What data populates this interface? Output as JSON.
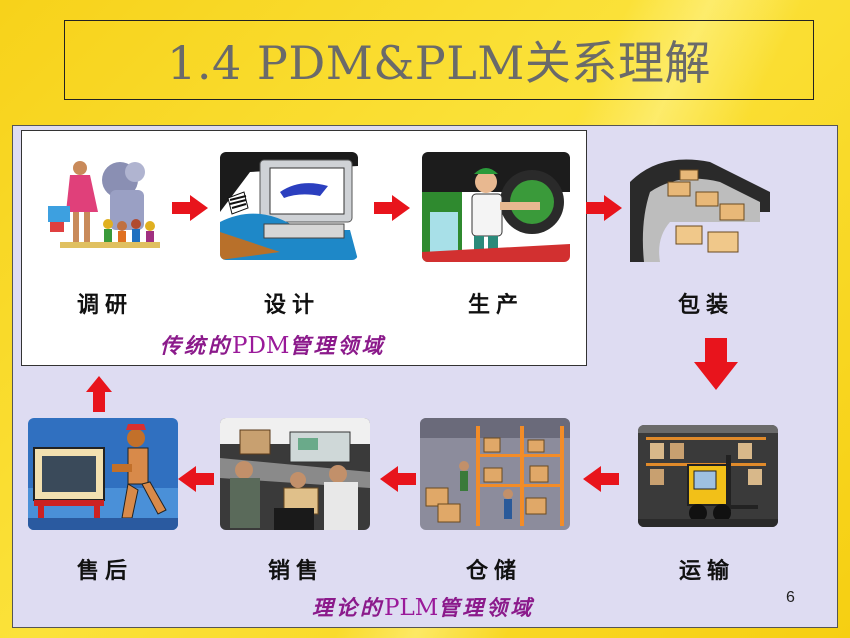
{
  "slide": {
    "title": "1.4 PDM&PLM关系理解",
    "page_number": "6"
  },
  "stages_top": [
    {
      "label": "调研",
      "icon": "research-people-icon"
    },
    {
      "label": "设计",
      "icon": "computer-design-icon"
    },
    {
      "label": "生产",
      "icon": "factory-worker-icon"
    },
    {
      "label": "包装",
      "icon": "conveyor-boxes-icon"
    }
  ],
  "stages_bottom": [
    {
      "label": "售后",
      "icon": "tv-repair-technician-icon"
    },
    {
      "label": "销售",
      "icon": "cashier-sales-icon"
    },
    {
      "label": "仓储",
      "icon": "warehouse-shelves-icon"
    },
    {
      "label": "运输",
      "icon": "forklift-icon"
    }
  ],
  "domains": {
    "pdm_prefix": "传统的",
    "pdm_acronym": "PDM",
    "pdm_suffix": "管理领域",
    "plm_prefix": "理论的",
    "plm_acronym": "PLM",
    "plm_suffix": "管理领域"
  },
  "colors": {
    "background": "#f7d21a",
    "panel": "#dedcf2",
    "arrow": "#e8141c",
    "domain_text": "#8b1a8b",
    "title_text": "#6a6a6a"
  }
}
